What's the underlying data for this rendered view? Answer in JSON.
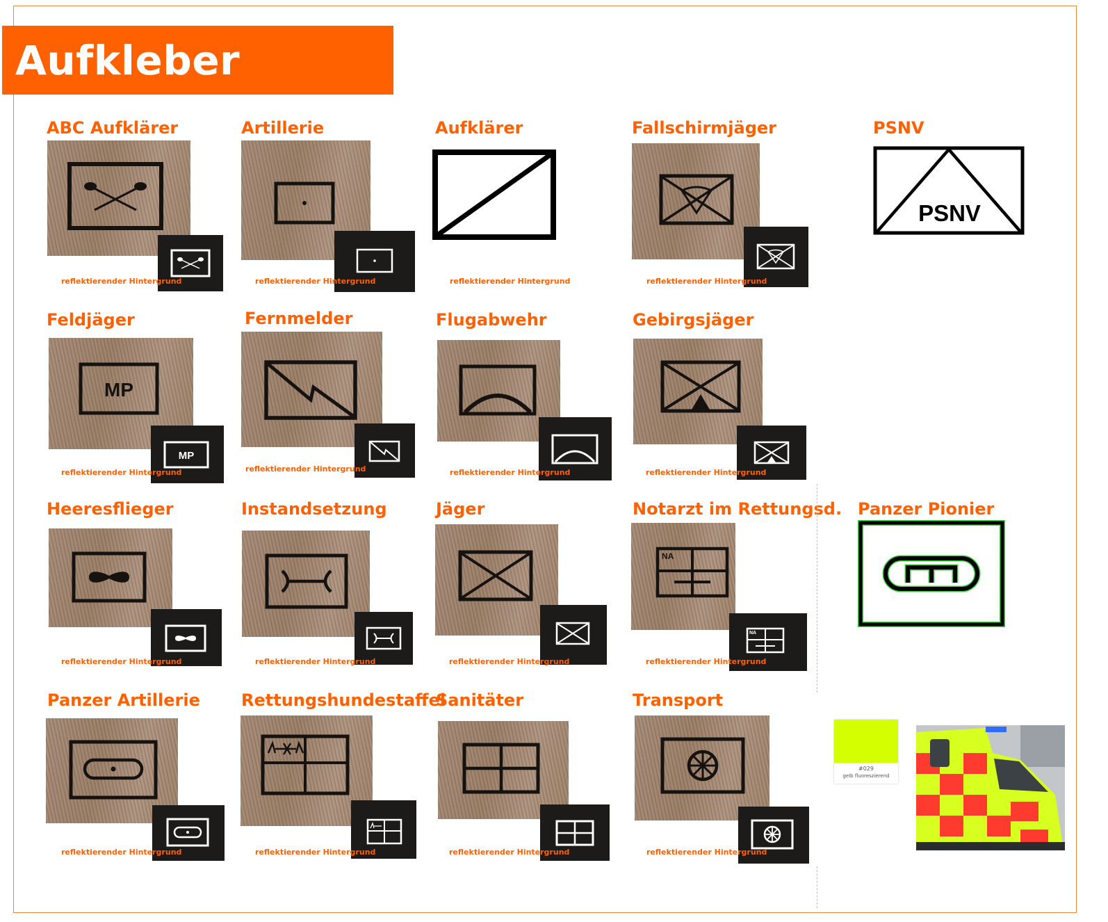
{
  "page": {
    "title": "Aufkleber",
    "note_text": "reflektierender Hintergrund"
  },
  "colors": {
    "accent": "#ff6000",
    "fluorescent_yellow": "#d4ff00",
    "panzer_pionier_outline": "#3ad13a"
  },
  "stickers": [
    {
      "name": "ABC Aufklärer",
      "symbol": "abc-reconnaissance-icon",
      "has_note": true
    },
    {
      "name": "Artillerie",
      "symbol": "artillery-icon",
      "has_note": true
    },
    {
      "name": "Aufklärer",
      "symbol": "reconnaissance-icon",
      "has_note": true
    },
    {
      "name": "Fallschirmjäger",
      "symbol": "paratrooper-icon",
      "has_note": true
    },
    {
      "name": "PSNV",
      "symbol": "psnv-icon",
      "symbol_text": "PSNV",
      "has_note": false
    },
    {
      "name": "Feldjäger",
      "symbol": "military-police-icon",
      "symbol_text": "MP",
      "has_note": true
    },
    {
      "name": "Fernmelder",
      "symbol": "signals-icon",
      "has_note": true
    },
    {
      "name": "Flugabwehr",
      "symbol": "air-defense-icon",
      "has_note": true
    },
    {
      "name": "Gebirgsjäger",
      "symbol": "mountain-infantry-icon",
      "has_note": true
    },
    {
      "name": "Heeresflieger",
      "symbol": "army-aviation-icon",
      "has_note": true
    },
    {
      "name": "Instandsetzung",
      "symbol": "maintenance-icon",
      "has_note": true
    },
    {
      "name": "Jäger",
      "symbol": "infantry-icon",
      "has_note": true
    },
    {
      "name": "Notarzt im Rettungsd.",
      "symbol": "emergency-doctor-icon",
      "symbol_text": "NA",
      "has_note": true
    },
    {
      "name": "Panzer Pionier",
      "symbol": "armored-engineer-icon",
      "has_note": false
    },
    {
      "name": "Panzer Artillerie",
      "symbol": "armored-artillery-icon",
      "has_note": true
    },
    {
      "name": "Rettungshundestaffel",
      "symbol": "rescue-dog-squadron-icon",
      "has_note": true
    },
    {
      "name": "Sanitäter",
      "symbol": "medic-icon",
      "has_note": true
    },
    {
      "name": "Transport",
      "symbol": "transport-icon",
      "has_note": true
    }
  ],
  "swatch": {
    "code": "#029",
    "name": "gelb fluoreszierend"
  }
}
